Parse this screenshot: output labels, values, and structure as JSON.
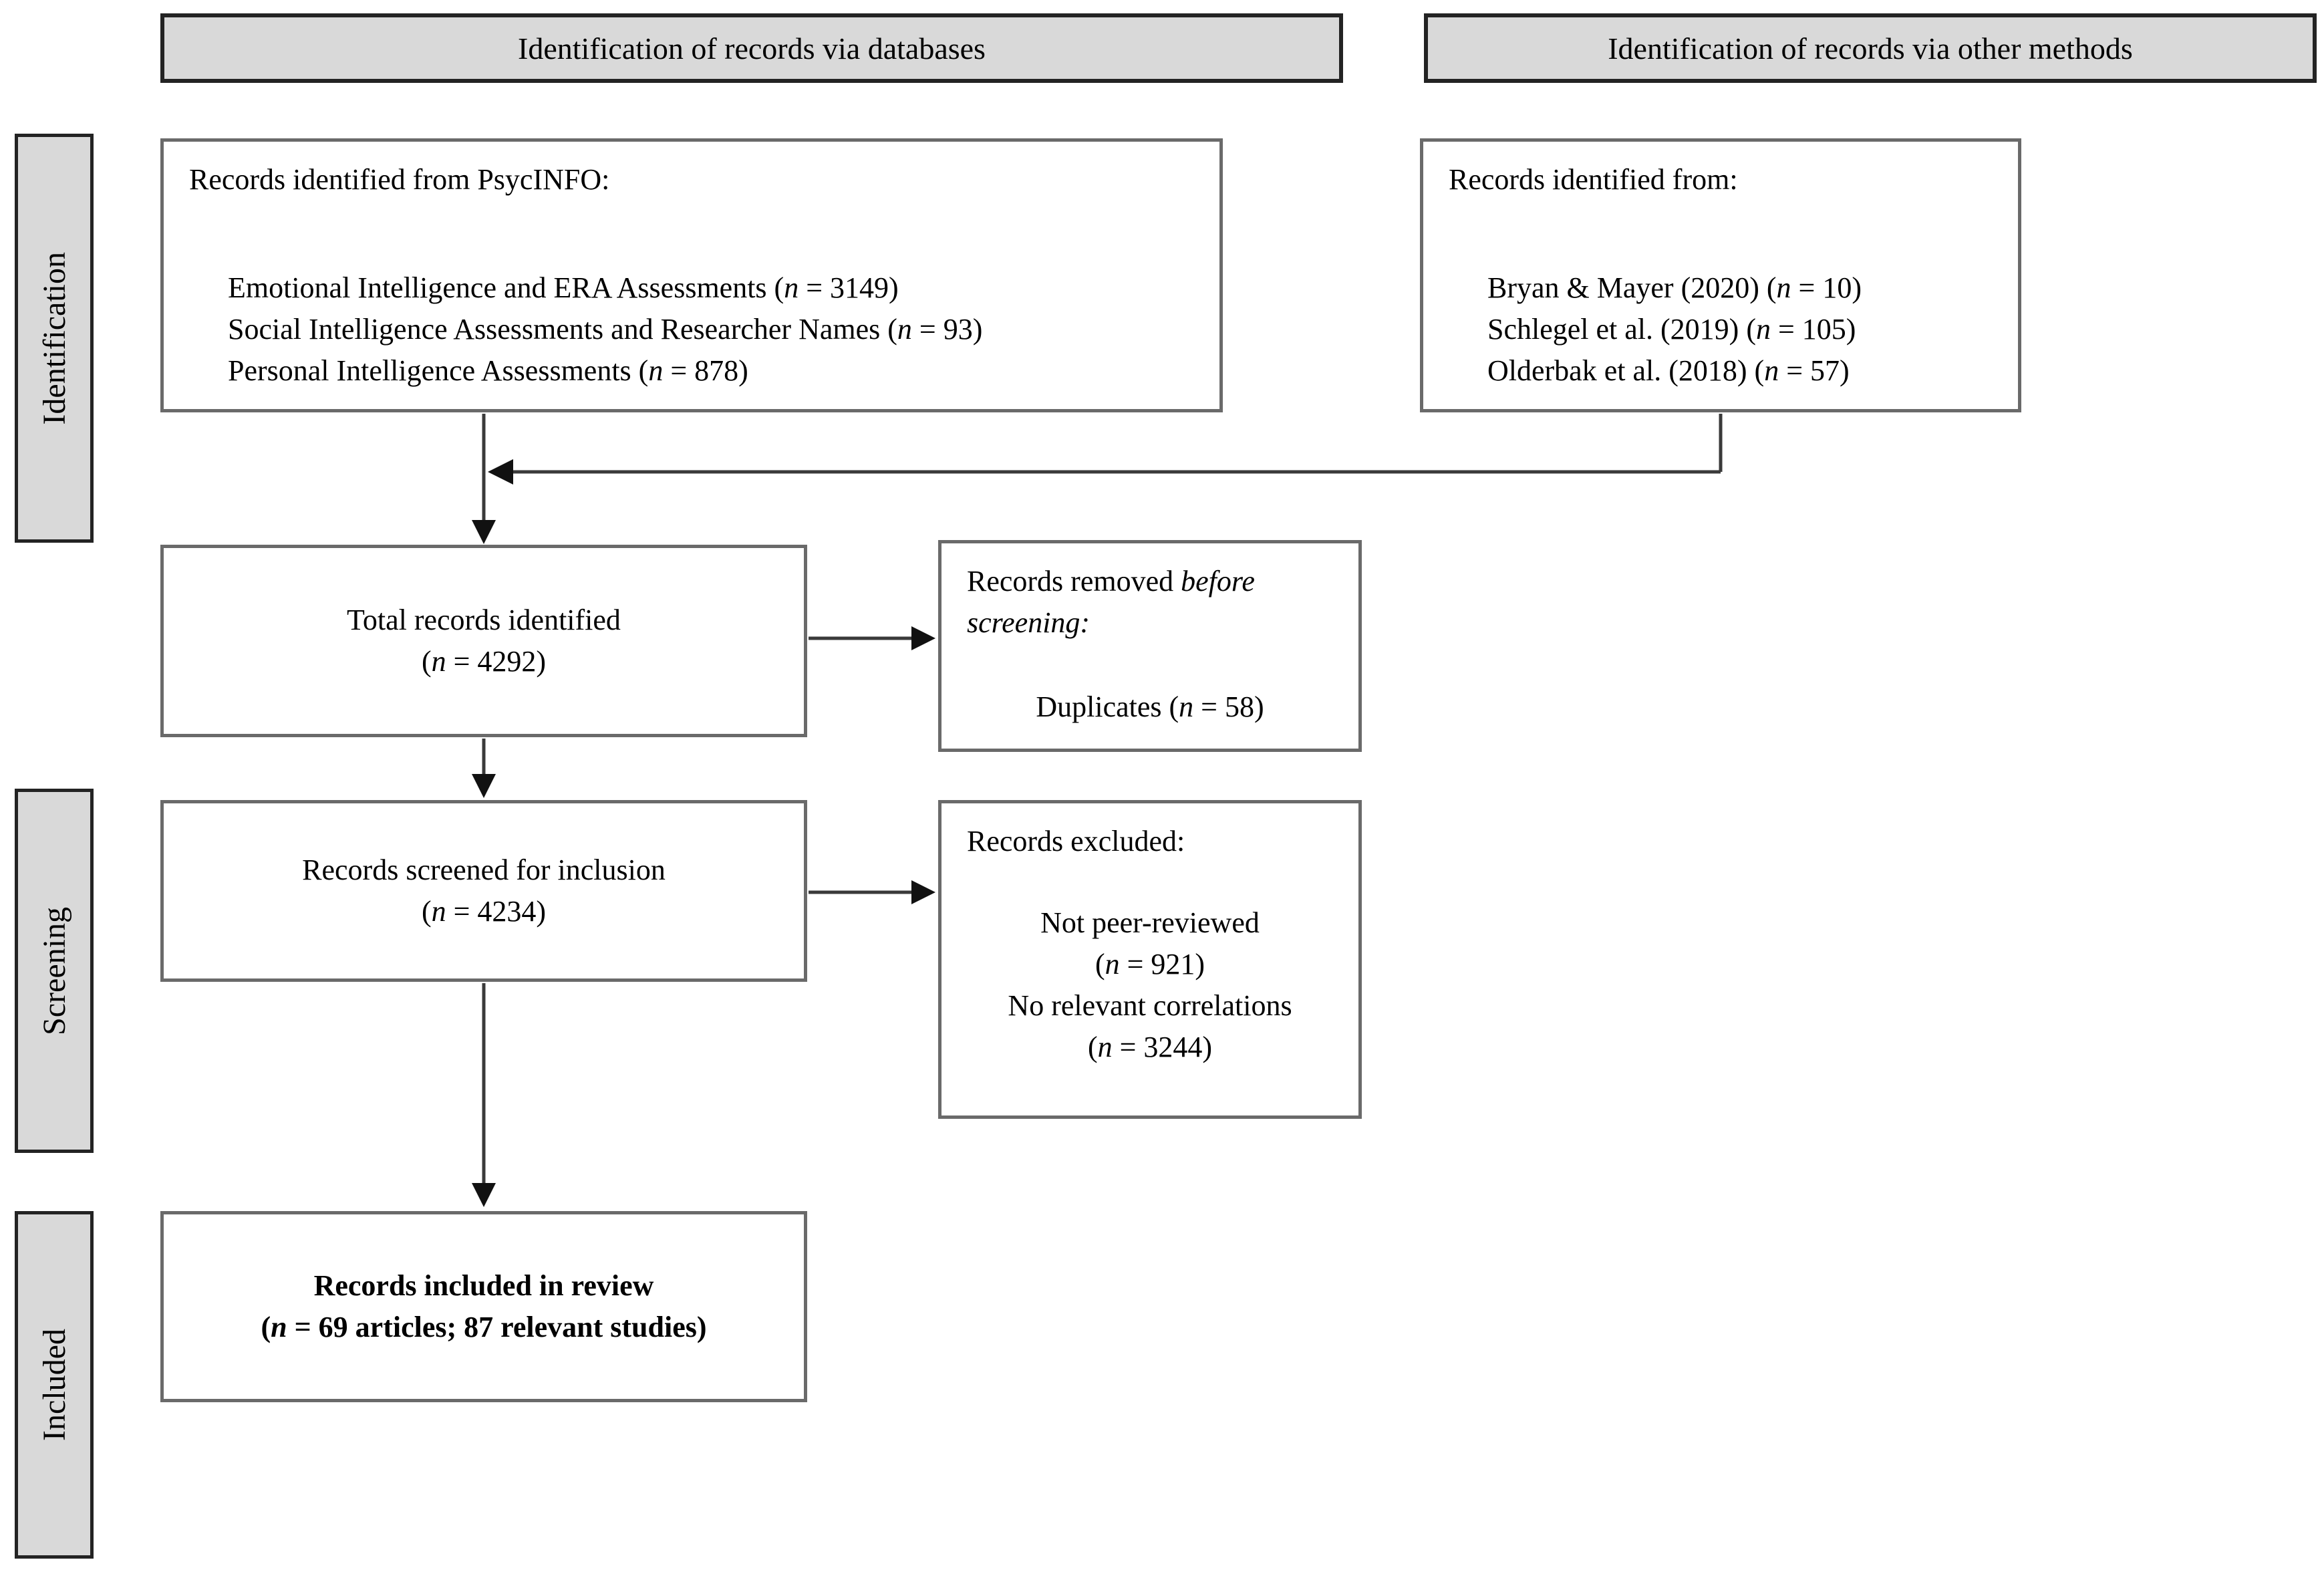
{
  "colors": {
    "bg": "#ffffff",
    "gray_fill": "#d9d9d9",
    "border_dark": "#232323",
    "border_gray": "#6a6a6a",
    "arrow": "#3a3a3a",
    "arrowhead": "#111111",
    "text": "#000000"
  },
  "headers": {
    "databases": "Identification of records via databases",
    "other": "Identification of records via other methods"
  },
  "sidebar": {
    "identification": "Identification",
    "screening": "Screening",
    "included": "Included"
  },
  "boxes": {
    "psycinfo": {
      "title": "Records identified from PsycINFO:",
      "items": [
        [
          {
            "t": "Emotional Intelligence and ERA Assessments ("
          },
          {
            "t": "n",
            "i": 1
          },
          {
            "t": " = 3149)"
          }
        ],
        [
          {
            "t": "Social Intelligence Assessments and Researcher Names ("
          },
          {
            "t": "n",
            "i": 1
          },
          {
            "t": " = 93)"
          }
        ],
        [
          {
            "t": "Personal Intelligence Assessments ("
          },
          {
            "t": "n",
            "i": 1
          },
          {
            "t": " = 878)"
          }
        ]
      ]
    },
    "other_methods": {
      "title": "Records identified from:",
      "items": [
        [
          {
            "t": "Bryan & Mayer (2020) ("
          },
          {
            "t": "n",
            "i": 1
          },
          {
            "t": " = 10)"
          }
        ],
        [
          {
            "t": "Schlegel et al. (2019) ("
          },
          {
            "t": "n",
            "i": 1
          },
          {
            "t": " = 105)"
          }
        ],
        [
          {
            "t": "Olderbak et al. (2018) ("
          },
          {
            "t": "n",
            "i": 1
          },
          {
            "t": " = 57)"
          }
        ]
      ]
    },
    "total": {
      "lines": [
        [
          {
            "t": "Total records identified"
          }
        ],
        [
          {
            "t": "("
          },
          {
            "t": "n",
            "i": 1
          },
          {
            "t": " = 4292)"
          }
        ]
      ]
    },
    "removed": {
      "title": [
        {
          "t": "Records removed "
        },
        {
          "t": "before screening:",
          "i": 1
        }
      ],
      "items": [
        [
          {
            "t": "Duplicates ("
          },
          {
            "t": "n",
            "i": 1
          },
          {
            "t": " = 58)"
          }
        ]
      ]
    },
    "screened": {
      "lines": [
        [
          {
            "t": "Records screened for inclusion"
          }
        ],
        [
          {
            "t": "("
          },
          {
            "t": "n",
            "i": 1
          },
          {
            "t": " = 4234)"
          }
        ]
      ]
    },
    "excluded": {
      "title": "Records excluded:",
      "items": [
        [
          {
            "t": "Not peer-reviewed"
          }
        ],
        [
          {
            "t": "("
          },
          {
            "t": "n",
            "i": 1
          },
          {
            "t": " = 921)"
          }
        ],
        [
          {
            "t": "No relevant correlations"
          }
        ],
        [
          {
            "t": "("
          },
          {
            "t": "n",
            "i": 1
          },
          {
            "t": " = 3244)"
          }
        ]
      ]
    },
    "included": {
      "lines": [
        [
          {
            "t": "Records included in review"
          }
        ],
        [
          {
            "t": "("
          },
          {
            "t": "n",
            "i": 1
          },
          {
            "t": " = 69 articles; 87 relevant studies)"
          }
        ]
      ]
    }
  }
}
